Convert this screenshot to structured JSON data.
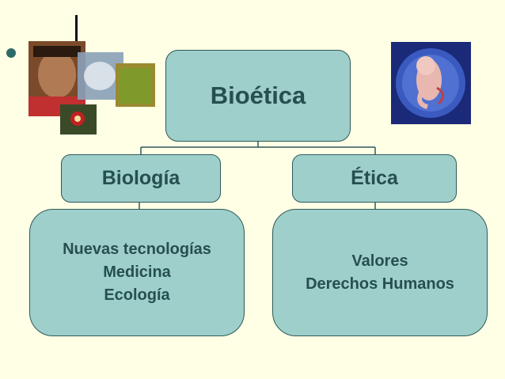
{
  "diagram": {
    "root": {
      "label": "Bioética"
    },
    "branches": [
      {
        "label": "Biología",
        "items": [
          "Nuevas tecnologías",
          "Medicina",
          "Ecología"
        ]
      },
      {
        "label": "Ética",
        "items": [
          "Valores",
          "Derechos Humanos"
        ]
      }
    ]
  },
  "colors": {
    "background": "#ffffe5",
    "box_fill": "#9fcfcb",
    "box_border": "#2d5a5a",
    "text": "#265050"
  },
  "images": {
    "left": "photo-collage (child, animal, plants, flower)",
    "right": "embryo in womb"
  }
}
